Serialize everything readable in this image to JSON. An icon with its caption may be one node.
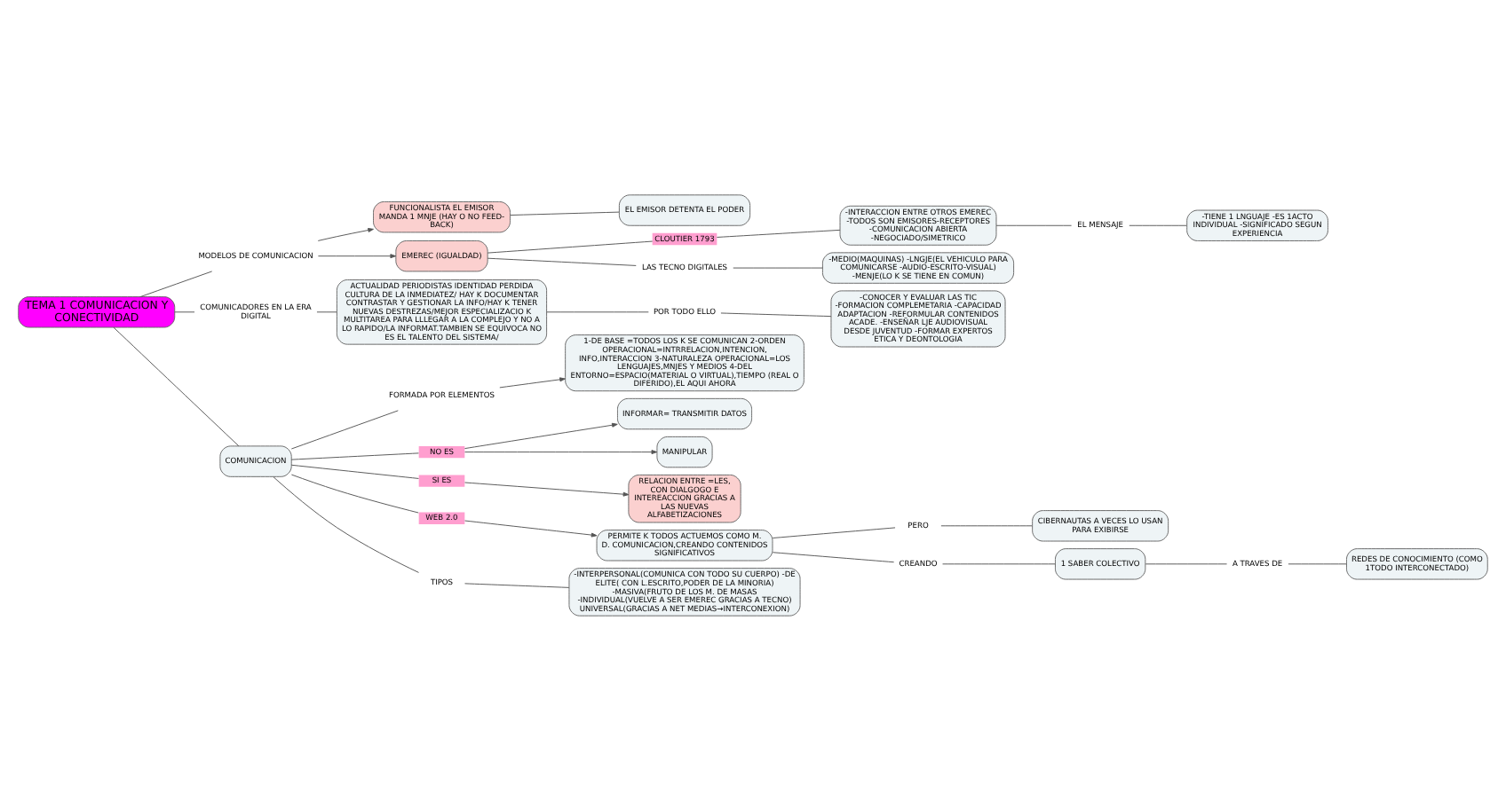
{
  "diagram": {
    "nodes": [
      {
        "text": [
          "TEMA 1 COMUNICACION Y CONECTIVIDAD"
        ]
      },
      {
        "text": [
          "MODELOS DE COMUNICACION"
        ]
      },
      {
        "text": [
          "FUNCIONALISTA EL EMISOR MANDA 1 MNJE (HAY O NO FEED-BACK)"
        ]
      },
      {
        "text": [
          "EL EMISOR DETENTA EL PODER"
        ]
      },
      {
        "text": [
          "EMEREC (IGUALDAD)"
        ]
      },
      {
        "text": [
          "CLOUTIER 1793"
        ]
      },
      {
        "text": [
          "-INTERACCION ENTRE OTROS EMEREC -TODOS SON EMISORES-RECEPTORES -COMUNICACION ABIERTA -NEGOCIADO/SIMETRICO"
        ]
      },
      {
        "text": [
          "EL MENSAJE"
        ]
      },
      {
        "text": [
          "-TIENE 1 LNGUAJE -ES 1ACTO INDIVIDUAL -SIGNIFICADO SEGUN EXPERIENCIA"
        ]
      },
      {
        "text": [
          "LAS TECNO DIGITALES"
        ]
      },
      {
        "text": [
          "-MEDIO(MAQUINAS) -LNGJE(EL VEHICULO PARA COMUNICARSE -AUDIO-ESCRITO-VISUAL) -MENJE(LO K SE TIENE EN COMUN)"
        ]
      },
      {
        "text": [
          "COMUNICADORES EN LA ERA DIGITAL"
        ]
      },
      {
        "text": [
          "ACTUALIDAD PERIODISTAS IDENTIDAD PERDIDA CULTURA DE LA INMEDIATEZ/ HAY K DOCUMENTAR CONTRASTAR Y GESTIONAR LA INFO/HAY K TENER NUEVAS DESTREZAS/MEJOR ESPECIALIZACIO K MULTITAREA PARA LLLEGAR A LA COMPLEJO Y NO A LO RAPIDO/LA INFORMAT.TAMBIEN SE EQUIVOCA NO ES EL TALENTO DEL SISTEMA/"
        ]
      },
      {
        "text": [
          "POR TODO ELLO"
        ]
      },
      {
        "text": [
          "-CONOCER Y EVALUAR LAS TIC -FORMACION COMPLEMETARIA -CAPACIDAD ADAPTACION -REFORMULAR CONTENIDOS ACADE. -ENSEÑAR LJE AUDIOVISUAL DESDE JUVENTUD -FORMAR EXPERTOS ETICA Y DEONTOLOGIA"
        ]
      },
      {
        "text": [
          "COMUNICACION"
        ]
      },
      {
        "text": [
          "FORMADA POR ELEMENTOS"
        ]
      },
      {
        "text": [
          "1-DE BASE =TODOS LOS K SE COMUNICAN 2-ORDEN OPERACIONAL=INTRRELACION,INTENCION, INFO,INTERACCION 3-NATURALEZA OPERACIONAL=LOS LENGUAJES,MNJES Y MEDIOS 4-DEL ENTORNO=ESPACIO(MATERIAL O VIRTUAL),TIEMPO (REAL O DIFERIDO),EL AQUI AHORA"
        ]
      },
      {
        "text": [
          "NO ES"
        ]
      },
      {
        "text": [
          "INFORMAR= TRANSMITIR DATOS"
        ]
      },
      {
        "text": [
          "MANIPULAR"
        ]
      },
      {
        "text": [
          "SI ES"
        ]
      },
      {
        "text": [
          "RELACION ENTRE =LES, CON DIALGOGO E INTEREACCION GRACIAS A LAS NUEVAS ALFABETIZACIONES"
        ]
      },
      {
        "text": [
          "WEB 2.0"
        ]
      },
      {
        "text": [
          "PERMITE K TODOS ACTUEMOS COMO M. D. COMUNICACION,CREANDO CONTENIDOS SIGNIFICATIVOS"
        ]
      },
      {
        "text": [
          "PERO"
        ]
      },
      {
        "text": [
          "CIBERNAUTAS A VECES LO USAN PARA EXIBIRSE"
        ]
      },
      {
        "text": [
          "CREANDO"
        ]
      },
      {
        "text": [
          "1 SABER COLECTIVO"
        ]
      },
      {
        "text": [
          "A TRAVES DE"
        ]
      },
      {
        "text": [
          "REDES DE CONOCIMIENTO (COMO 1TODO INTERCONECTADO)"
        ]
      },
      {
        "text": [
          "TIPOS"
        ]
      },
      {
        "text": [
          "-INTERPERSONAL(COMUNICA CON TODO SU CUERPO) -DE ELITE( CON L.ESCRITO,PODER DE LA MINORIA) -MASIVA(FRUTO DE LOS M. DE MASAS -INDIVIDUAL(VUELVE A SER EMEREC GRACIAS A TECNO) UNIVERSAL(GRACIAS A NET MEDIAS→INTERCONEXION)"
        ]
      }
    ],
    "edges": [
      {
        "from": 0,
        "to": 1,
        "arrow": "none"
      },
      {
        "from": 1,
        "to": 2,
        "arrow": "to"
      },
      {
        "from": 1,
        "to": 4,
        "arrow": "to"
      },
      {
        "from": 2,
        "to": 3,
        "arrow": "none"
      },
      {
        "from": 4,
        "to": 5,
        "arrow": "none"
      },
      {
        "from": 5,
        "to": 6,
        "arrow": "none"
      },
      {
        "from": 6,
        "to": 7,
        "arrow": "none"
      },
      {
        "from": 7,
        "to": 8,
        "arrow": "none"
      },
      {
        "from": 4,
        "to": 9,
        "arrow": "none"
      },
      {
        "from": 9,
        "to": 10,
        "arrow": "none"
      },
      {
        "from": 0,
        "to": 11,
        "arrow": "none"
      },
      {
        "from": 11,
        "to": 12,
        "arrow": "none"
      },
      {
        "from": 12,
        "to": 13,
        "arrow": "none"
      },
      {
        "from": 13,
        "to": 14,
        "arrow": "none"
      },
      {
        "from": 0,
        "to": 15,
        "arrow": "none"
      },
      {
        "from": 15,
        "to": 16,
        "arrow": "none"
      },
      {
        "from": 16,
        "to": 17,
        "arrow": "to"
      },
      {
        "from": 15,
        "to": 18,
        "arrow": "none"
      },
      {
        "from": 18,
        "to": 19,
        "arrow": "to"
      },
      {
        "from": 18,
        "to": 20,
        "arrow": "to"
      },
      {
        "from": 15,
        "to": 21,
        "arrow": "none"
      },
      {
        "from": 21,
        "to": 22,
        "arrow": "to"
      },
      {
        "from": 15,
        "to": 23,
        "arrow": "none"
      },
      {
        "from": 23,
        "to": 24,
        "arrow": "to"
      },
      {
        "from": 24,
        "to": 25,
        "arrow": "none"
      },
      {
        "from": 25,
        "to": 26,
        "arrow": "none"
      },
      {
        "from": 24,
        "to": 27,
        "arrow": "none"
      },
      {
        "from": 27,
        "to": 28,
        "arrow": "none"
      },
      {
        "from": 28,
        "to": 29,
        "arrow": "none"
      },
      {
        "from": 29,
        "to": 30,
        "arrow": "none"
      },
      {
        "from": 15,
        "to": 31,
        "arrow": "none"
      },
      {
        "from": 31,
        "to": 32,
        "arrow": "none"
      }
    ]
  }
}
